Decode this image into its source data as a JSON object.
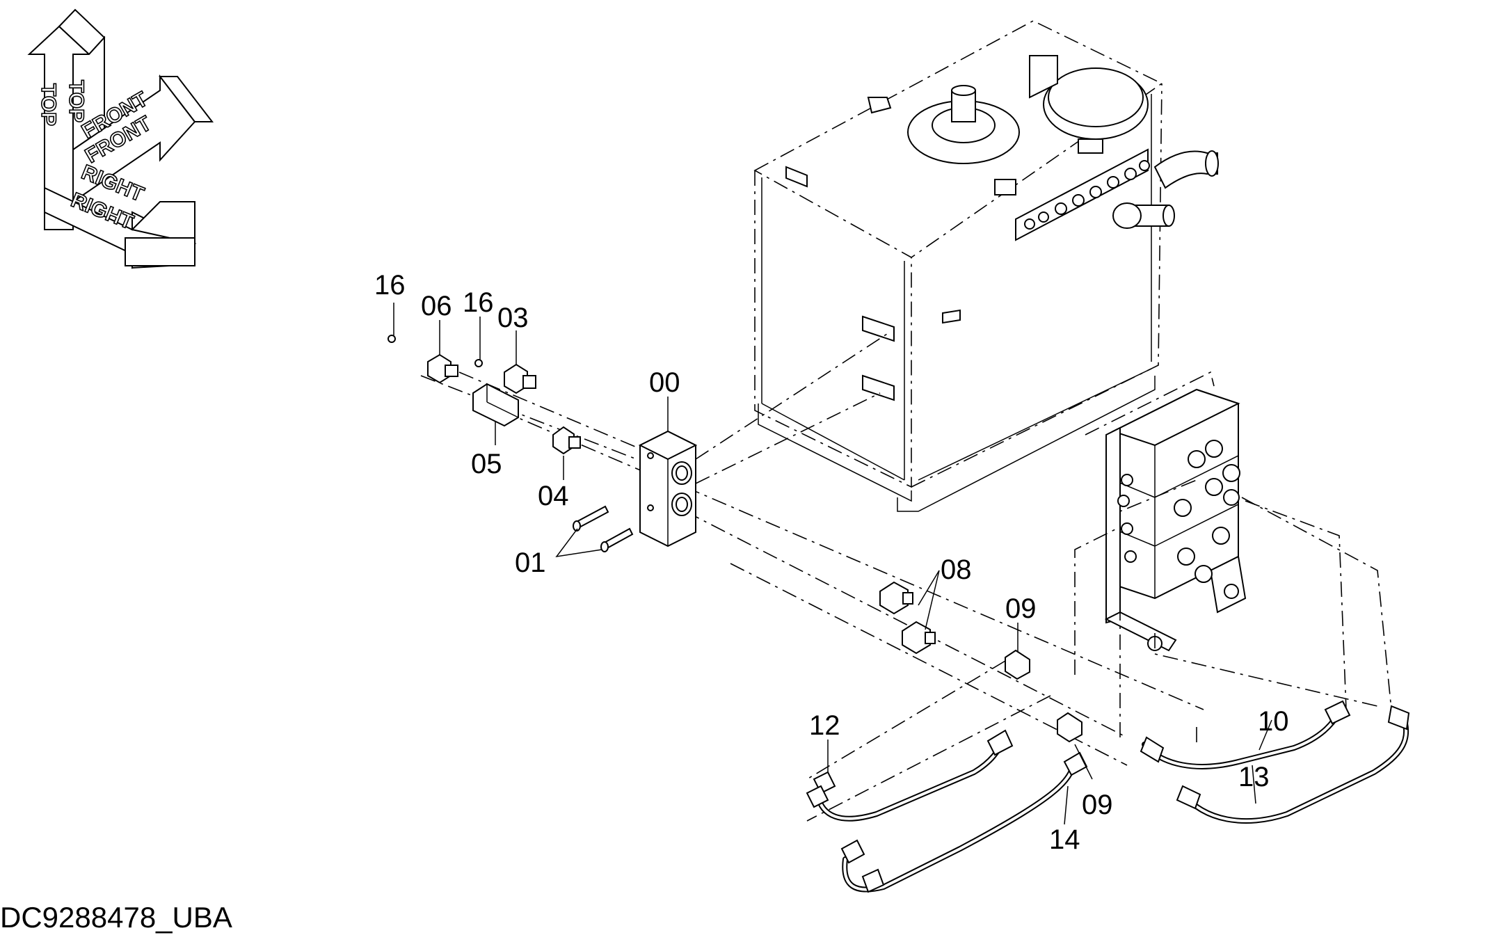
{
  "orientation_arrows": {
    "top": "TOP",
    "front": "FRONT",
    "right": "RIGHT"
  },
  "callouts": {
    "c16a": "16",
    "c06": "06",
    "c16b": "16",
    "c03": "03",
    "c00": "00",
    "c05": "05",
    "c04": "04",
    "c01": "01",
    "c08": "08",
    "c09a": "09",
    "c12": "12",
    "c10": "10",
    "c13": "13",
    "c09b": "09",
    "c14": "14"
  },
  "drawing_code": "DC9288478_UBA"
}
